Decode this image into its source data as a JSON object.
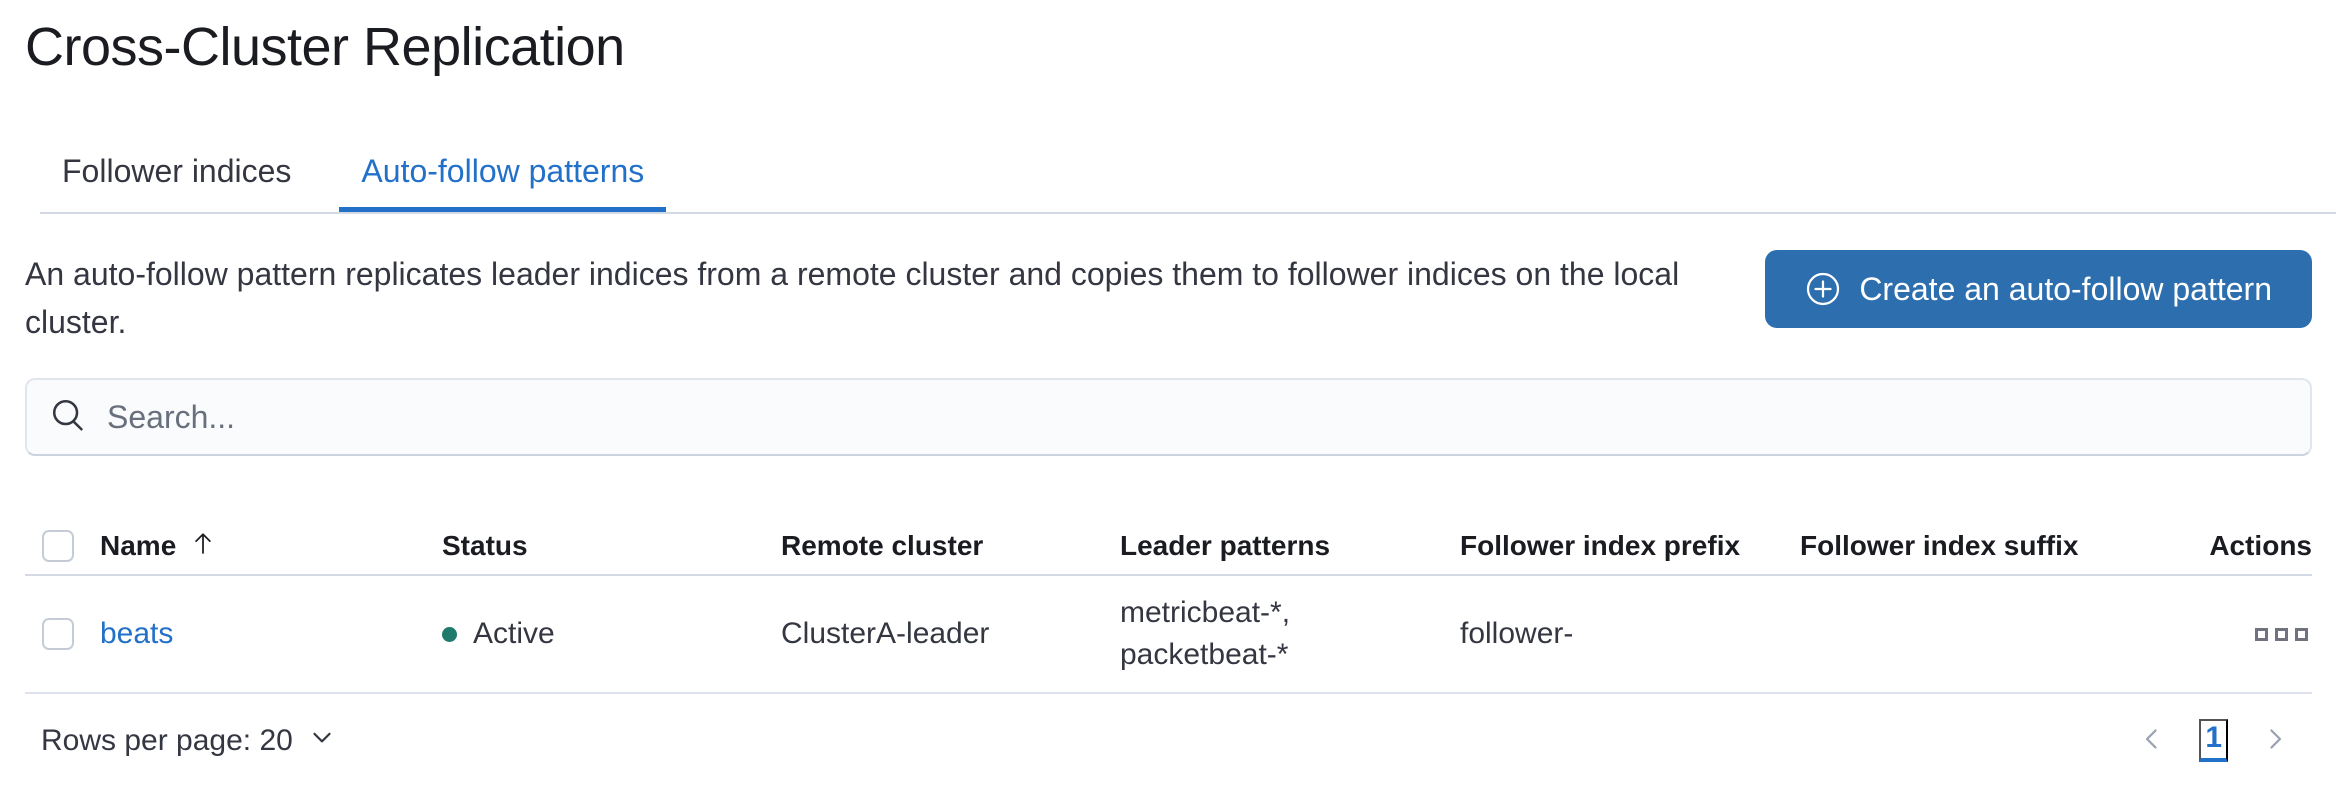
{
  "page": {
    "title": "Cross-Cluster Replication"
  },
  "tabs": [
    {
      "label": "Follower indices",
      "active": false
    },
    {
      "label": "Auto-follow patterns",
      "active": true
    }
  ],
  "intro": {
    "description": "An auto-follow pattern replicates leader indices from a remote cluster and copies them to follower indices on the local cluster.",
    "create_button_label": "Create an auto-follow pattern"
  },
  "search": {
    "placeholder": "Search..."
  },
  "table": {
    "columns": [
      "Name",
      "Status",
      "Remote cluster",
      "Leader patterns",
      "Follower index prefix",
      "Follower index suffix",
      "Actions"
    ],
    "sort": {
      "column": "Name",
      "direction": "ascending"
    },
    "rows": [
      {
        "name": "beats",
        "status": "Active",
        "remote_cluster": "ClusterA-leader",
        "leader_patterns": "metricbeat-*, packetbeat-*",
        "leader_patterns_line1": "metricbeat-*,",
        "leader_patterns_line2": "packetbeat-*",
        "follower_index_prefix": "follower-",
        "follower_index_suffix": ""
      }
    ]
  },
  "pagination": {
    "rows_per_page_label": "Rows per page: 20",
    "current_page": "1"
  },
  "colors": {
    "accent_blue": "#2270c8",
    "button_blue": "#2d6fae",
    "status_active": "#1f7a6e",
    "border": "#d3dae6",
    "text": "#343741",
    "heading": "#1a1c21",
    "subdued": "#69707d"
  }
}
